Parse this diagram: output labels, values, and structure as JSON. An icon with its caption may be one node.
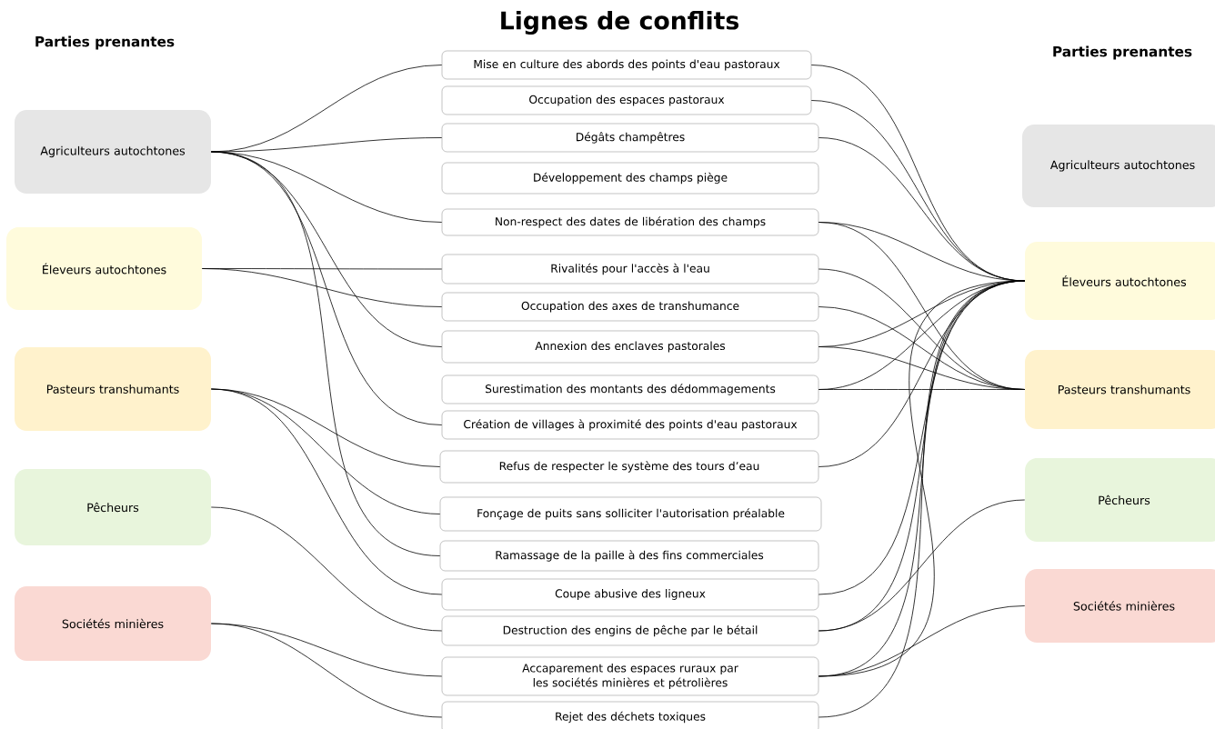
{
  "diagram": {
    "title": "Lignes de conflits",
    "nodes": [
      {
        "text": [
          "Agriculteurs autochtones"
        ]
      },
      {
        "text": [
          "Éleveurs autochtones"
        ]
      },
      {
        "text": [
          "Pasteurs  transhumants"
        ]
      },
      {
        "text": [
          "Pêcheurs"
        ]
      },
      {
        "text": [
          "Sociétés minières"
        ]
      },
      {
        "text": [
          "Mise en culture des abords des points d'eau pastoraux"
        ]
      },
      {
        "text": [
          "Occupation des espaces pastoraux"
        ]
      },
      {
        "text": [
          "Dégâts champêtres"
        ]
      },
      {
        "text": [
          "Développement des champs piège"
        ]
      },
      {
        "text": [
          "Non-respect des dates de libération des champs"
        ]
      },
      {
        "text": [
          "Rivalités pour l'accès à l'eau"
        ]
      },
      {
        "text": [
          "Occupation des axes de transhumance"
        ]
      },
      {
        "text": [
          "Annexion des enclaves pastorales"
        ]
      },
      {
        "text": [
          "Surestimation des montants des dédommagements"
        ]
      },
      {
        "text": [
          "Création de villages à proximité des points d'eau pastoraux"
        ]
      },
      {
        "text": [
          "Refus de respecter le système des tours d’eau"
        ]
      },
      {
        "text": [
          "Fonçage de puits sans solliciter l'autorisation préalable"
        ]
      },
      {
        "text": [
          "Ramassage de la paille à des fins commerciales"
        ]
      },
      {
        "text": [
          "Coupe abusive des ligneux"
        ]
      },
      {
        "text": [
          "Destruction des engins de pêche par le bétail"
        ]
      },
      {
        "text": [
          "Accaparement des espaces ruraux par les sociétés minières et pétrolières"
        ]
      },
      {
        "text": [
          "Rejet des déchets toxiques"
        ]
      },
      {
        "text": [
          "Agriculteurs autochtones"
        ]
      },
      {
        "text": [
          "Éleveurs autochtones"
        ]
      },
      {
        "text": [
          "Pasteurs  transhumants"
        ]
      },
      {
        "text": [
          "Pêcheurs"
        ]
      },
      {
        "text": [
          "Sociétés minières"
        ]
      }
    ],
    "edges": [
      {
        "from": 0,
        "to": 5,
        "arrow": "none"
      },
      {
        "from": 0,
        "to": 7,
        "arrow": "none"
      },
      {
        "from": 0,
        "to": 9,
        "arrow": "none"
      },
      {
        "from": 0,
        "to": 12,
        "arrow": "none"
      },
      {
        "from": 0,
        "to": 14,
        "arrow": "none"
      },
      {
        "from": 0,
        "to": 17,
        "arrow": "none"
      },
      {
        "from": 1,
        "to": 10,
        "arrow": "none"
      },
      {
        "from": 1,
        "to": 11,
        "arrow": "none"
      },
      {
        "from": 2,
        "to": 15,
        "arrow": "none"
      },
      {
        "from": 2,
        "to": 16,
        "arrow": "none"
      },
      {
        "from": 2,
        "to": 18,
        "arrow": "none"
      },
      {
        "from": 3,
        "to": 19,
        "arrow": "none"
      },
      {
        "from": 4,
        "to": 20,
        "arrow": "none"
      },
      {
        "from": 4,
        "to": 21,
        "arrow": "none"
      },
      {
        "from": 5,
        "to": 23,
        "arrow": "none"
      },
      {
        "from": 6,
        "to": 23,
        "arrow": "none"
      },
      {
        "from": 7,
        "to": 23,
        "arrow": "none"
      },
      {
        "from": 9,
        "to": 23,
        "arrow": "none"
      },
      {
        "from": 9,
        "to": 24,
        "arrow": "none"
      },
      {
        "from": 10,
        "to": 24,
        "arrow": "none"
      },
      {
        "from": 11,
        "to": 24,
        "arrow": "none"
      },
      {
        "from": 12,
        "to": 23,
        "arrow": "none"
      },
      {
        "from": 12,
        "to": 24,
        "arrow": "none"
      },
      {
        "from": 13,
        "to": 24,
        "arrow": "none"
      },
      {
        "from": 13,
        "to": 23,
        "arrow": "none"
      },
      {
        "from": 15,
        "to": 23,
        "arrow": "none"
      },
      {
        "from": 18,
        "to": 23,
        "arrow": "none"
      },
      {
        "from": 19,
        "to": 23,
        "arrow": "none"
      },
      {
        "from": 19,
        "to": 25,
        "arrow": "none"
      },
      {
        "from": 20,
        "to": 23,
        "arrow": "none"
      },
      {
        "from": 20,
        "to": 23,
        "arrow": "none"
      },
      {
        "from": 20,
        "to": 26,
        "arrow": "none"
      },
      {
        "from": 21,
        "to": 23,
        "arrow": "none"
      }
    ],
    "labels": [
      "Parties prenantes",
      "Parties prenantes"
    ]
  }
}
